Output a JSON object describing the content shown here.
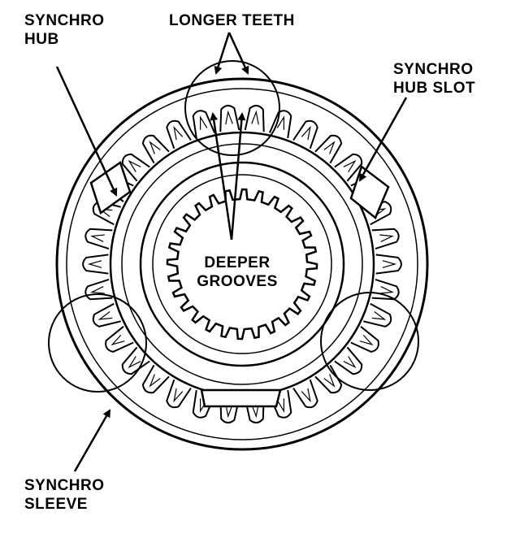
{
  "labels": {
    "synchro_hub": [
      "SYNCHRO",
      "HUB"
    ],
    "longer_teeth": "LONGER TEETH",
    "synchro_hub_slot": [
      "SYNCHRO",
      "HUB SLOT"
    ],
    "deeper_grooves": [
      "DEEPER",
      "GROOVES"
    ],
    "synchro_sleeve": [
      "SYNCHRO",
      "SLEEVE"
    ]
  },
  "colors": {
    "ink": "#000000",
    "paper": "#ffffff"
  }
}
